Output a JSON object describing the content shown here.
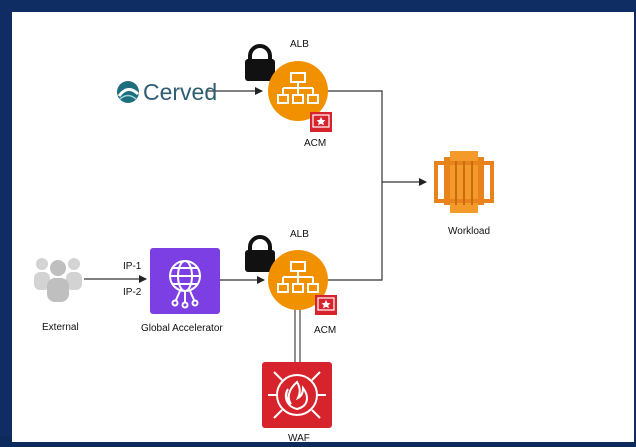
{
  "title": "",
  "labels": {
    "alb_top": "ALB",
    "acm_top": "ACM",
    "alb_bottom": "ALB",
    "acm_bottom": "ACM",
    "workload": "Workload",
    "external": "External",
    "ip1": "IP-1",
    "ip2": "IP-2",
    "global_accelerator": "Global Accelerator",
    "waf": "WAF",
    "cerved": "Cerved"
  },
  "colors": {
    "frame": "#0f2d63",
    "alb_orange": "#f29100",
    "workload_orange": "#e8821b",
    "accelerator_purple": "#7b3fe4",
    "waf_red": "#d6232c",
    "acm_red": "#d6232c",
    "users_gray": "#c9c9c9",
    "cerved_teal": "#2e6f84"
  },
  "icons": [
    "lock-icon",
    "lock-icon",
    "load-balancer-icon",
    "load-balancer-icon",
    "certificate-icon",
    "certificate-icon",
    "ec2-icon",
    "users-icon",
    "global-accelerator-icon",
    "waf-icon",
    "cerved-logo"
  ]
}
